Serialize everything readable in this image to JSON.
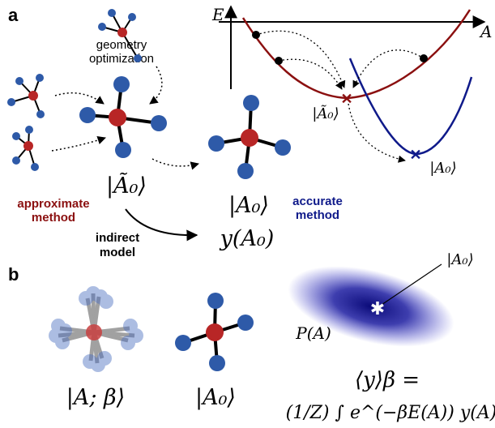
{
  "panels": {
    "a": {
      "label": "a",
      "geometry_optimization": [
        "geometry",
        "optimization"
      ],
      "approx_ket": "|Ã₀⟩",
      "true_ket": "|A₀⟩",
      "y_label": "y(A₀)",
      "approximate_method": [
        "approximate",
        "method"
      ],
      "accurate_method": [
        "accurate",
        "method"
      ],
      "indirect_model": [
        "indirect",
        "model"
      ],
      "energy_axis": "E",
      "config_axis": "A",
      "plot_approx_ket": "|Ã₀⟩",
      "plot_true_ket": "|A₀⟩"
    },
    "b": {
      "label": "b",
      "ensemble_ket": "|A; β⟩",
      "ref_ket": "|A₀⟩",
      "dist_label": "P(A)",
      "dist_ket": "|A₀⟩",
      "expectation_lhs": "⟨y⟩β =",
      "expectation_rhs": "(1/Z) ∫ e^(−βE(A)) y(A)"
    }
  },
  "colors": {
    "approx": "#8b1010",
    "accurate": "#0f1a8a",
    "atom_blue": "#2e5aa8",
    "atom_red": "#b82626",
    "bond": "#000000"
  }
}
